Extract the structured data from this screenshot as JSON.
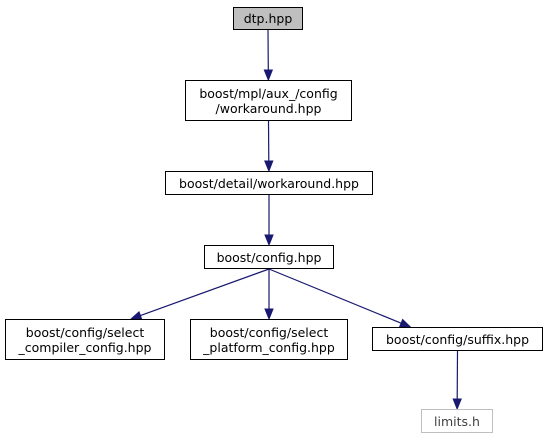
{
  "graph": {
    "colors": {
      "edge": "#191970",
      "node_border": "#000000",
      "root_fill": "#bfbfbf",
      "external_border": "#bfbfbf",
      "external_text": "#404040"
    },
    "nodes": {
      "dtp": {
        "lines": [
          "dtp.hpp"
        ]
      },
      "mplwork": {
        "lines": [
          "boost/mpl/aux_/config",
          "/workaround.hpp"
        ]
      },
      "detwork": {
        "lines": [
          "boost/detail/workaround.hpp"
        ]
      },
      "config": {
        "lines": [
          "boost/config.hpp"
        ]
      },
      "selcomp": {
        "lines": [
          "boost/config/select",
          "_compiler_config.hpp"
        ]
      },
      "selplat": {
        "lines": [
          "boost/config/select",
          "_platform_config.hpp"
        ]
      },
      "suffix": {
        "lines": [
          "boost/config/suffix.hpp"
        ]
      },
      "limits": {
        "lines": [
          "limits.h"
        ]
      }
    },
    "edges": [
      [
        "dtp",
        "mplwork"
      ],
      [
        "mplwork",
        "detwork"
      ],
      [
        "detwork",
        "config"
      ],
      [
        "config",
        "selcomp"
      ],
      [
        "config",
        "selplat"
      ],
      [
        "config",
        "suffix"
      ],
      [
        "suffix",
        "limits"
      ]
    ]
  }
}
